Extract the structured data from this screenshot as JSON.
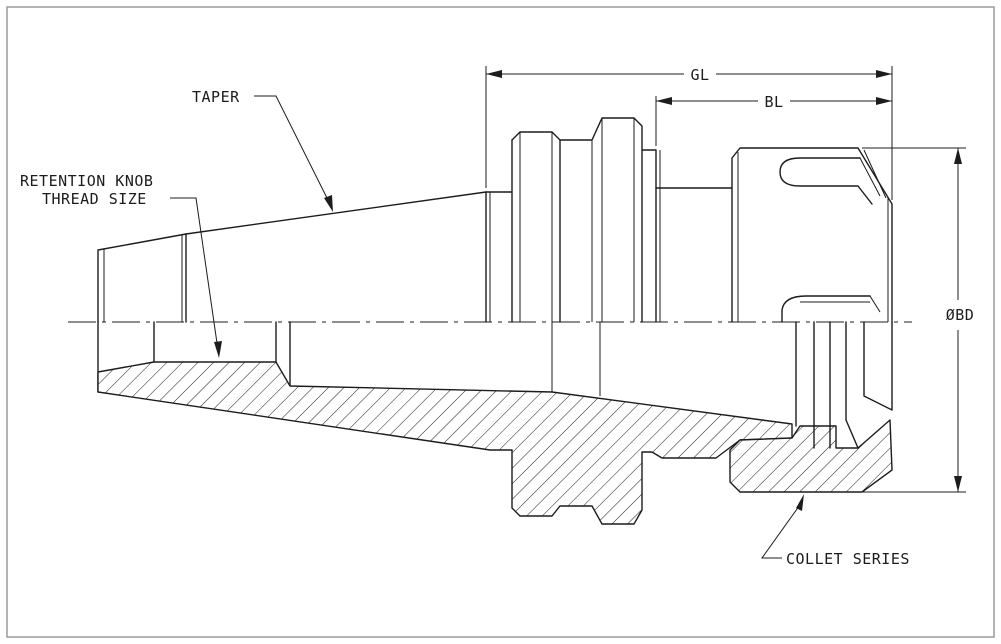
{
  "labels": {
    "taper": "TAPER",
    "retention_knob_line1": "RETENTION KNOB",
    "retention_knob_line2": "THREAD SIZE",
    "gl": "GL",
    "bl": "BL",
    "bd": "ØBD",
    "collet_series": "COLLET SERIES"
  },
  "colors": {
    "line": "#1c1c1c",
    "frame": "#9a9a9a",
    "background": "#ffffff"
  }
}
